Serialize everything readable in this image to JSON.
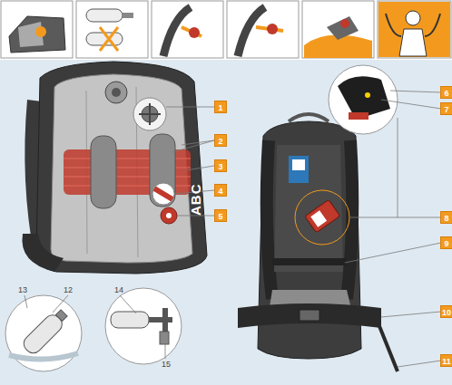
{
  "diagram": {
    "labels": [
      "ABC",
      "1",
      "2",
      "3",
      "4",
      "5",
      "6",
      "7",
      "8",
      "9",
      "10",
      "11",
      "13",
      "12",
      "14",
      "15"
    ]
  }
}
